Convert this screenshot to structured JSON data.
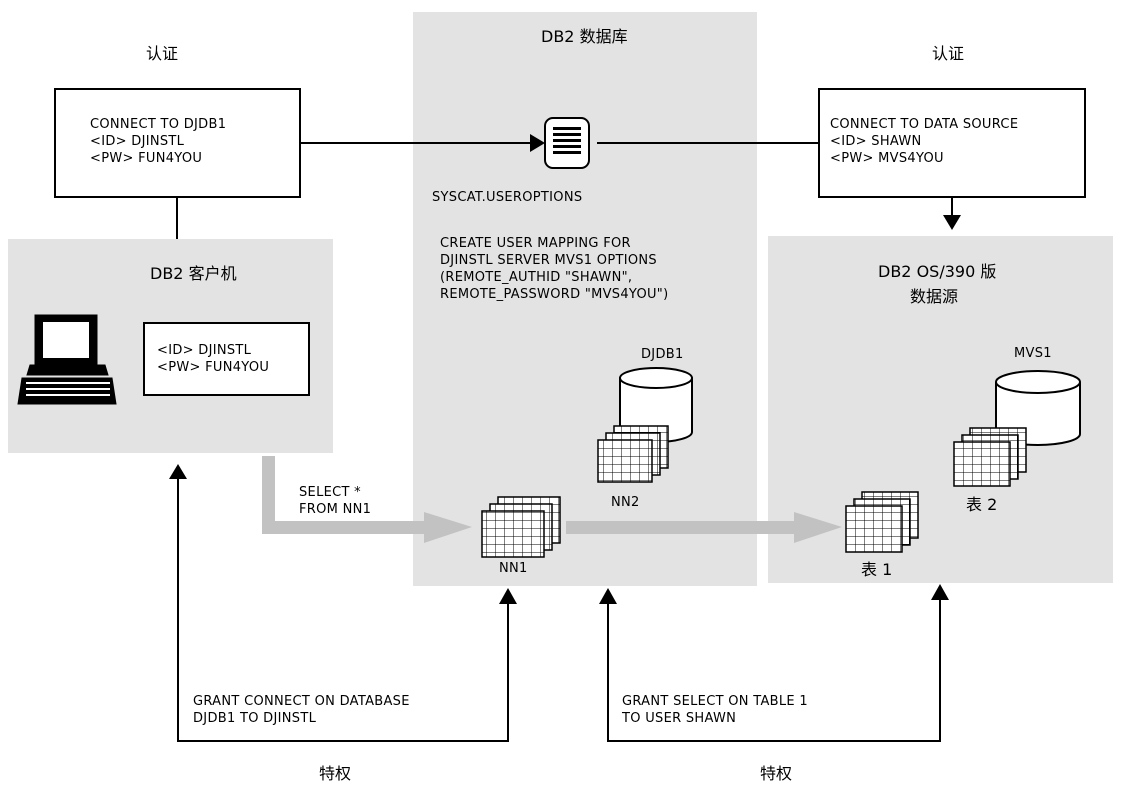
{
  "colors": {
    "panel": "#e3e3e3",
    "arrow_gray": "#c2c2c2",
    "line": "#000000"
  },
  "left_auth_title": "认证",
  "right_auth_title": "认证",
  "db2_database_title": "DB2 数据库",
  "client_connect": {
    "line1": "CONNECT TO DJDB1",
    "line2": "<ID> DJINSTL",
    "line3": "<PW> FUN4YOU"
  },
  "source_connect": {
    "line1": "CONNECT TO DATA SOURCE",
    "line2": "<ID> SHAWN",
    "line3": "<PW> MVS4YOU"
  },
  "useroptions_label": "SYSCAT.USEROPTIONS",
  "user_mapping": {
    "line1": "CREATE USER MAPPING FOR",
    "line2": "DJINSTL SERVER MVS1 OPTIONS",
    "line3": "(REMOTE_AUTHID \"SHAWN\",",
    "line4": "REMOTE_PASSWORD \"MVS4YOU\")"
  },
  "db2_client_title": "DB2 客户机",
  "client_cred": {
    "line1": "<ID> DJINSTL",
    "line2": "<PW> FUN4YOU"
  },
  "os390_title_line1": "DB2 OS/390 版",
  "os390_title_line2": "数据源",
  "djdb1_label": "DJDB1",
  "mvs1_label": "MVS1",
  "nn2_label": "NN2",
  "nn1_label": "NN1",
  "table2_label": "表 2",
  "table1_label": "表 1",
  "select_stmt": {
    "line1": "SELECT *",
    "line2": "FROM NN1"
  },
  "grant_connect": {
    "line1": "GRANT CONNECT ON DATABASE",
    "line2": "DJDB1 TO DJINSTL"
  },
  "grant_select": {
    "line1": "GRANT SELECT ON TABLE 1",
    "line2": "TO USER SHAWN"
  },
  "privilege_left": "特权",
  "privilege_right": "特权"
}
